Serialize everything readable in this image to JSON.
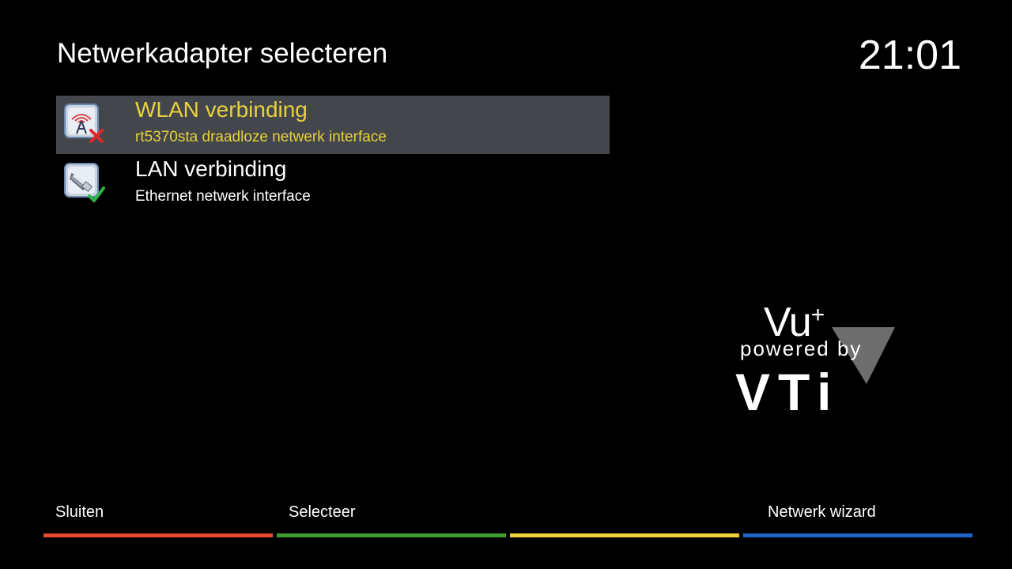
{
  "header": {
    "title": "Netwerkadapter selecteren",
    "clock": "21:01"
  },
  "adapters": [
    {
      "name": "WLAN verbinding",
      "description": "rt5370sta draadloze netwerk interface",
      "icon": "wlan-disconnected-icon",
      "status": "disconnected",
      "selected": true
    },
    {
      "name": "LAN verbinding",
      "description": "Ethernet netwerk interface",
      "icon": "lan-connected-icon",
      "status": "connected",
      "selected": false
    }
  ],
  "logo": {
    "vu": "Vu",
    "plus": "+",
    "powered_by": "powered by",
    "vti": "VTi"
  },
  "footer": {
    "red_label": "Sluiten",
    "green_label": "Selecteer",
    "yellow_label": "",
    "blue_label": "Netwerk wizard"
  },
  "colors": {
    "background": "#000000",
    "selection": "#43474b",
    "selected_text": "#e8d13a",
    "normal_text": "#ffffff",
    "red": "#e84a2e",
    "green": "#3e9b2f",
    "yellow": "#e8d13a",
    "blue": "#1f63c9"
  }
}
